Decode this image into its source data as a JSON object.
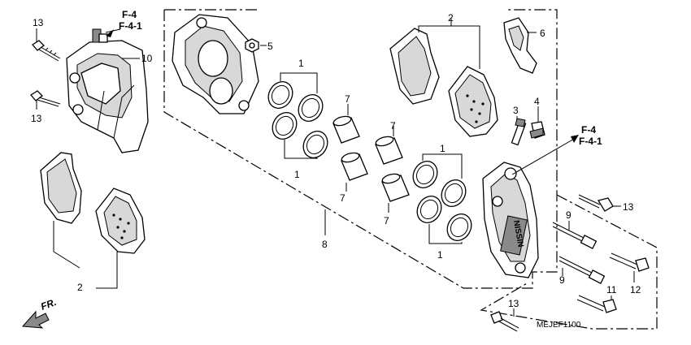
{
  "labels": [
    {
      "key": "p13a",
      "text": "13"
    },
    {
      "key": "p13b",
      "text": "13"
    },
    {
      "key": "p13c",
      "text": "13"
    },
    {
      "key": "p13d",
      "text": "13"
    },
    {
      "key": "p10",
      "text": "10"
    },
    {
      "key": "p5",
      "text": "5"
    },
    {
      "key": "p1a",
      "text": "1"
    },
    {
      "key": "p1b",
      "text": "1"
    },
    {
      "key": "p1c",
      "text": "1"
    },
    {
      "key": "p1d",
      "text": "1"
    },
    {
      "key": "p7a",
      "text": "7"
    },
    {
      "key": "p7b",
      "text": "7"
    },
    {
      "key": "p7c",
      "text": "7"
    },
    {
      "key": "p7d",
      "text": "7"
    },
    {
      "key": "p8",
      "text": "8"
    },
    {
      "key": "p2a",
      "text": "2"
    },
    {
      "key": "p2b",
      "text": "2"
    },
    {
      "key": "p6",
      "text": "6"
    },
    {
      "key": "p3",
      "text": "3"
    },
    {
      "key": "p4",
      "text": "4"
    },
    {
      "key": "p9a",
      "text": "9"
    },
    {
      "key": "p9b",
      "text": "9"
    },
    {
      "key": "p11",
      "text": "11"
    },
    {
      "key": "p12",
      "text": "12"
    }
  ],
  "refs": {
    "top_left_1": "F-4",
    "top_left_2": "F-4-1",
    "right_1": "F-4",
    "right_2": "F-4-1"
  },
  "caliper_brand": "NISSIN",
  "direction_label": "FR.",
  "diagram_code": "MEJEF1100"
}
